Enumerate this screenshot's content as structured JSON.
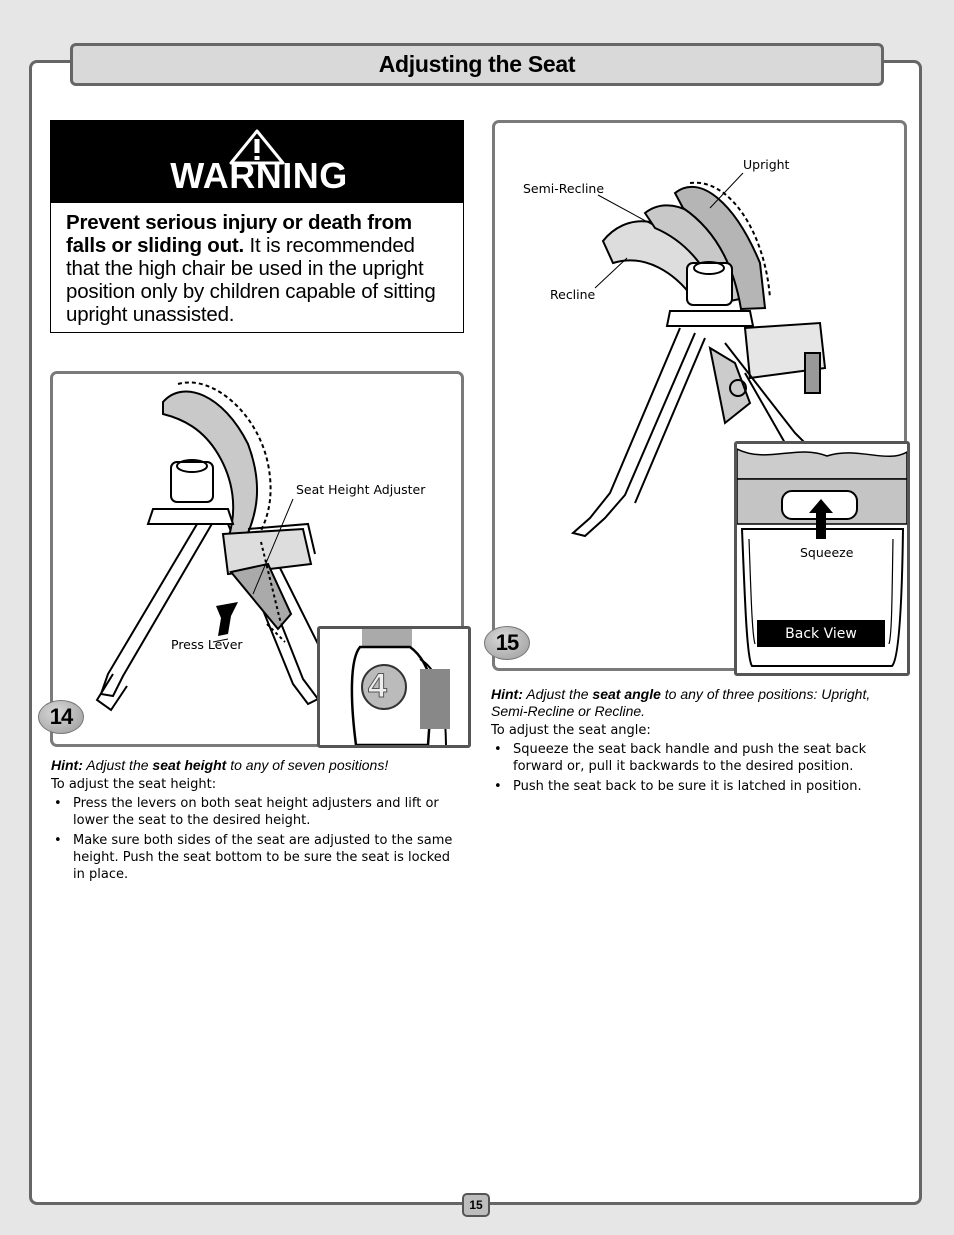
{
  "section_title": "Adjusting the Seat",
  "warning": {
    "heading": "WARNING",
    "bold_text": "Prevent serious injury or death from falls or sliding out.",
    "text": " It is recommended that the high chair be used in the upright position only by children capable of sitting upright unassisted."
  },
  "step14": {
    "number": "14",
    "labels": {
      "adjuster": "Seat Height Adjuster",
      "lever": "Press Lever"
    },
    "inset_digit": "4",
    "hint_label": "Hint:",
    "hint_pre": " Adjust the ",
    "hint_bold": "seat height",
    "hint_post": " to any of seven positions!",
    "subheading": "To adjust the seat height:",
    "bullets": [
      "Press the levers on both seat height adjusters and lift or lower the seat to the desired height.",
      "Make sure both sides of the seat are adjusted to the same height. Push the seat bottom to be sure the seat is locked in place."
    ]
  },
  "step15": {
    "number": "15",
    "labels": {
      "upright": "Upright",
      "semi_recline": "Semi-Recline",
      "recline": "Recline",
      "squeeze": "Squeeze",
      "back_view": "Back View"
    },
    "hint_label": "Hint:",
    "hint_pre": " Adjust the ",
    "hint_bold": "seat angle",
    "hint_post": " to any of three positions: Upright, Semi-Recline or Recline.",
    "subheading": "To adjust the seat angle:",
    "bullets": [
      "Squeeze the seat back handle and push the seat back forward or, pull it backwards to the desired position.",
      "Push the seat back to be sure it is latched in position."
    ]
  },
  "page_number": "15"
}
